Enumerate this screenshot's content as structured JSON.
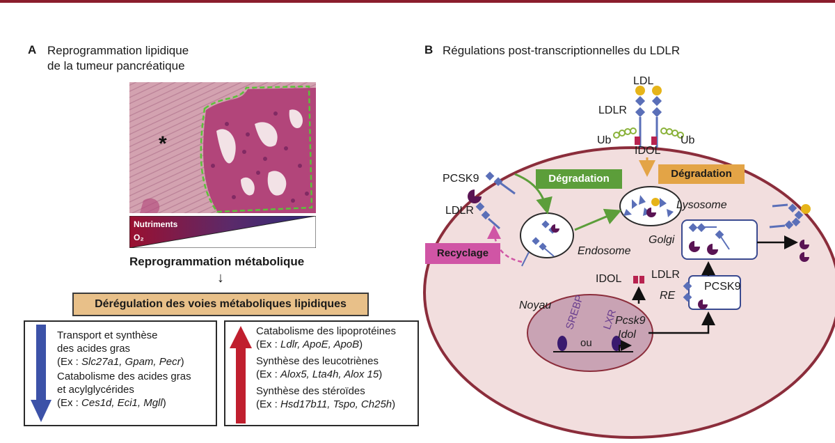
{
  "panel_a": {
    "letter": "A",
    "title_line1": "Reprogrammation lipidique",
    "title_line2": "de la tumeur pancréatique",
    "asterisk": "*",
    "gradient_label1": "Nutriments",
    "gradient_label2": "O₂",
    "reprog_label": "Reprogrammation métabolique",
    "arrow_down": "↓",
    "dereg_title": "Dérégulation des voies métaboliques lipidiques",
    "left_box": {
      "line1": "Transport et synthèse",
      "line2": "des acides gras",
      "line3_prefix": "(Ex : ",
      "line3_genes": "Slc27a1, Gpam, Pecr",
      "line3_suffix": ")",
      "line4": "Catabolisme des acides gras",
      "line5": "et acylglycérides",
      "line6_prefix": "(Ex : ",
      "line6_genes": "Ces1d, Eci1, Mgll",
      "line6_suffix": ")"
    },
    "right_box": {
      "line1": "Catabolisme des lipoprotéines",
      "line2_prefix": "(Ex : ",
      "line2_genes": "Ldlr, ApoE, ApoB",
      "line2_suffix": ")",
      "line3": "Synthèse des leucotriènes",
      "line4_prefix": "(Ex : ",
      "line4_genes": "Alox5, Lta4h, Alox 15",
      "line4_suffix": ")",
      "line5": "Synthèse des stéroïdes",
      "line6_prefix": "(Ex : ",
      "line6_genes": "Hsd17b11, Tspo, Ch25h",
      "line6_suffix": ")"
    }
  },
  "panel_b": {
    "letter": "B",
    "title": "Régulations post-transcriptionnelles du LDLR",
    "labels": {
      "ldl": "LDL",
      "ldlr_top": "LDLR",
      "ub_left": "Ub",
      "ub_right": "Ub",
      "idol_top": "IDOL",
      "pcsk9_left": "PCSK9",
      "ldlr_left": "LDLR",
      "degradation_green": "Dégradation",
      "degradation_orange": "Dégradation",
      "lysosome": "Lysosome",
      "endosome": "Endosome",
      "golgi": "Golgi",
      "recyclage": "Recyclage",
      "idol_mid": "IDOL",
      "ldlr_re": "LDLR",
      "re": "RE",
      "pcsk9_re": "PCSK9",
      "noyau": "Noyau",
      "srebp": "SREBP",
      "lxr": "LXR",
      "ou": "ou",
      "pcsk9_gene": "Pcsk9",
      "idol_gene": "Idol"
    }
  },
  "colors": {
    "brand_bar": "#8a1d2c",
    "cell_membrane": "#8b2d3b",
    "cell_fill": "#f2dede",
    "nucleus_fill": "#c9a3b4",
    "ldlr_blue": "#5a6fb8",
    "ldl_yellow": "#e6b419",
    "pcsk9_purple": "#5a1454",
    "idol_red": "#b8224f",
    "green": "#5c9e3a",
    "orange": "#e3a446",
    "pink": "#d055a5",
    "down_arrow": "#3c52a8",
    "up_arrow": "#c01f2e"
  }
}
